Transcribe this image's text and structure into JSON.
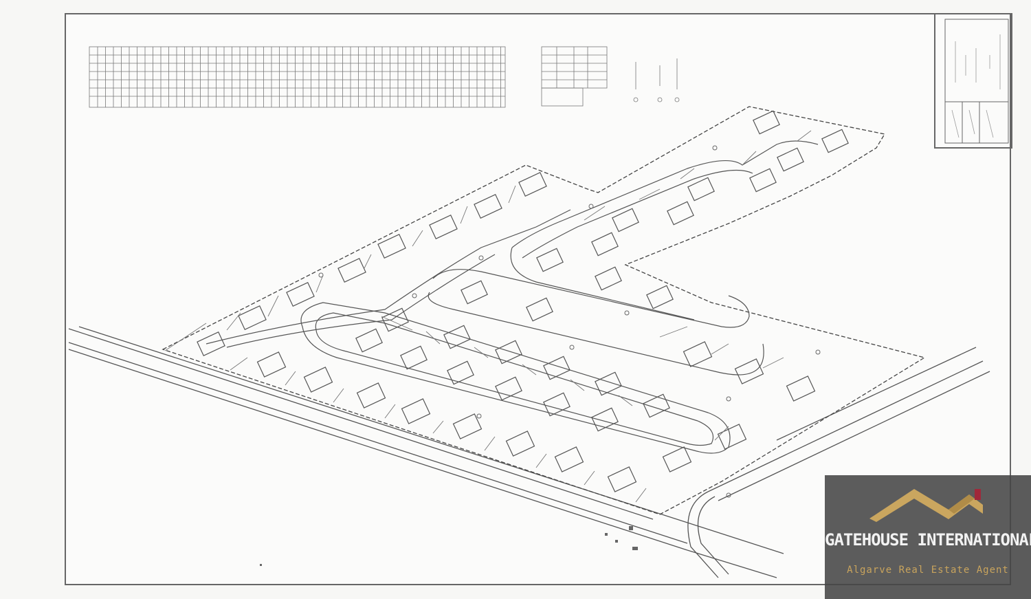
{
  "watermark": {
    "brand": "GATEHOUSE INTERNATIONAL",
    "tagline": "Algarve Real Estate Agent",
    "brand_color": "#e8e8e8",
    "accent_color": "#c9a45c",
    "logo_icon": "gold-rooftops-icon"
  },
  "drawing": {
    "type": "subdivision-site-plan",
    "line_color": "#555555"
  }
}
